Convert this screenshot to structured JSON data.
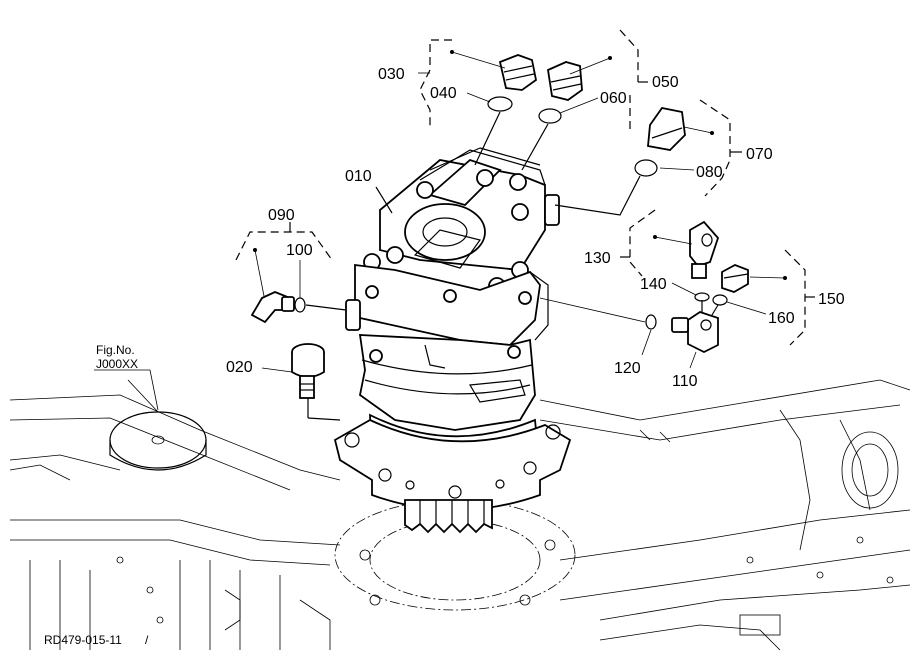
{
  "figure_id": "RD479-015-11",
  "fig_ref": {
    "line1": "Fig.No.",
    "line2": "J000XX"
  },
  "parts": {
    "p010": "010",
    "p020": "020",
    "p030": "030",
    "p040": "040",
    "p050": "050",
    "p060": "060",
    "p070": "070",
    "p080": "080",
    "p090": "090",
    "p100": "100",
    "p110": "110",
    "p120": "120",
    "p130": "130",
    "p140": "140",
    "p150": "150",
    "p160": "160"
  }
}
